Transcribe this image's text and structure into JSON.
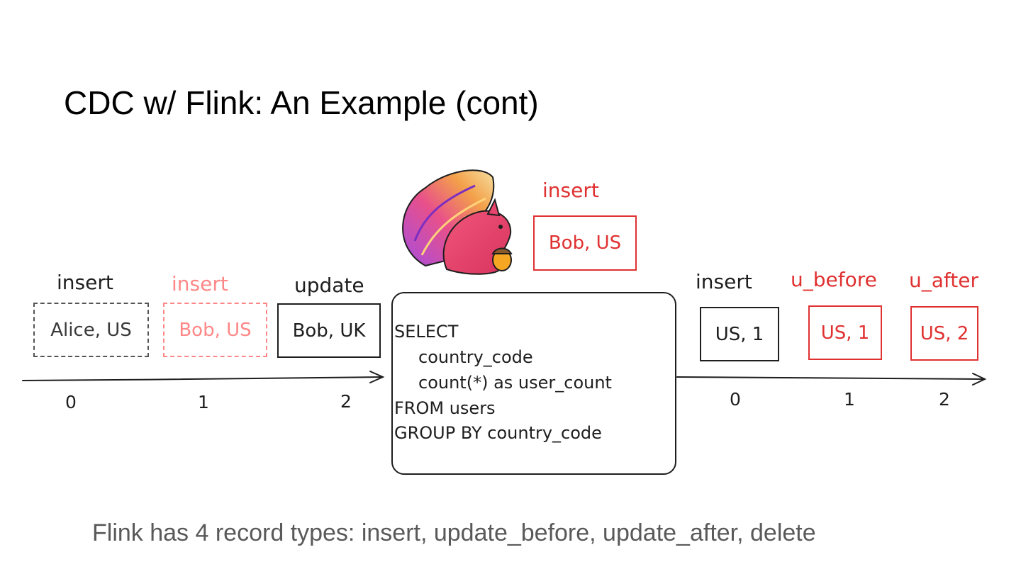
{
  "slide": {
    "title": "CDC w/ Flink: An Example (cont)",
    "footnote": "Flink has 4 record types: insert, update_before, update_after, delete"
  },
  "colors": {
    "ink": "#1e1e1e",
    "red": "#e03131",
    "faded_red": "#ff8787",
    "gray_dashed": "#555555"
  },
  "input_stream": {
    "records": [
      {
        "op": "insert",
        "value": "Alice, US",
        "index": "0",
        "style": "dashed-gray"
      },
      {
        "op": "insert",
        "value": "Bob, US",
        "index": "1",
        "style": "dashed-faded-red"
      },
      {
        "op": "update",
        "value": "Bob, UK",
        "index": "2",
        "style": "solid-black"
      }
    ]
  },
  "generated_record": {
    "op": "insert",
    "value": "Bob, US"
  },
  "query": {
    "lines": [
      "SELECT",
      "country_code",
      "count(*) as user_count",
      "FROM users",
      "GROUP BY country_code"
    ]
  },
  "output_stream": {
    "records": [
      {
        "op": "insert",
        "value": "US, 1",
        "index": "0",
        "style": "solid-black"
      },
      {
        "op": "u_before",
        "value": "US, 1",
        "index": "1",
        "style": "solid-red"
      },
      {
        "op": "u_after",
        "value": "US, 2",
        "index": "2",
        "style": "solid-red"
      }
    ]
  },
  "logo": {
    "icon": "flink-squirrel-icon"
  }
}
